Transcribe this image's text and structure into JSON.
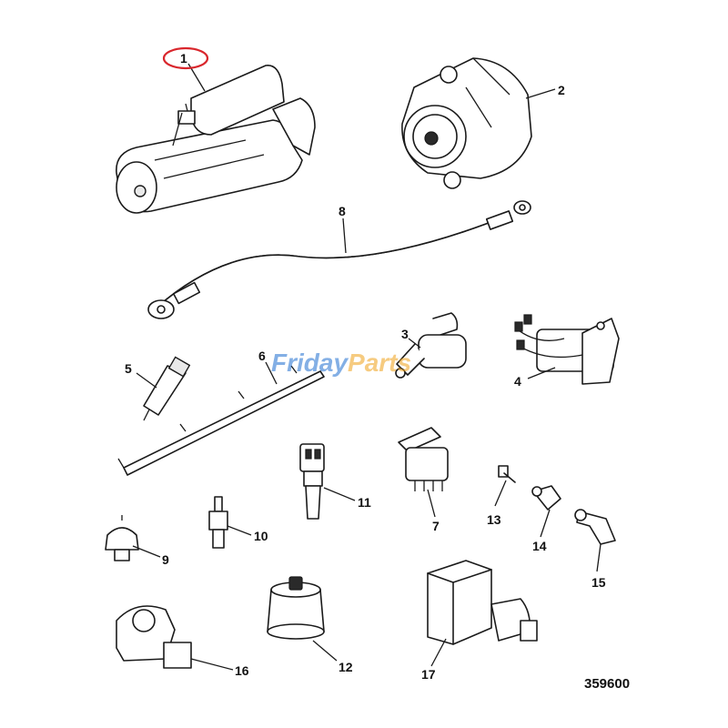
{
  "callouts": [
    "1",
    "2",
    "3",
    "4",
    "5",
    "6",
    "7",
    "8",
    "9",
    "10",
    "11",
    "12",
    "13",
    "14",
    "15",
    "16",
    "17"
  ],
  "reference_number": "359600",
  "watermark": {
    "text_a": "Friday",
    "text_b": "Parts",
    "color_a": "#1f6fd1",
    "color_b": "#f0a21a"
  },
  "highlight": {
    "target": "1",
    "color": "#d9262c"
  }
}
